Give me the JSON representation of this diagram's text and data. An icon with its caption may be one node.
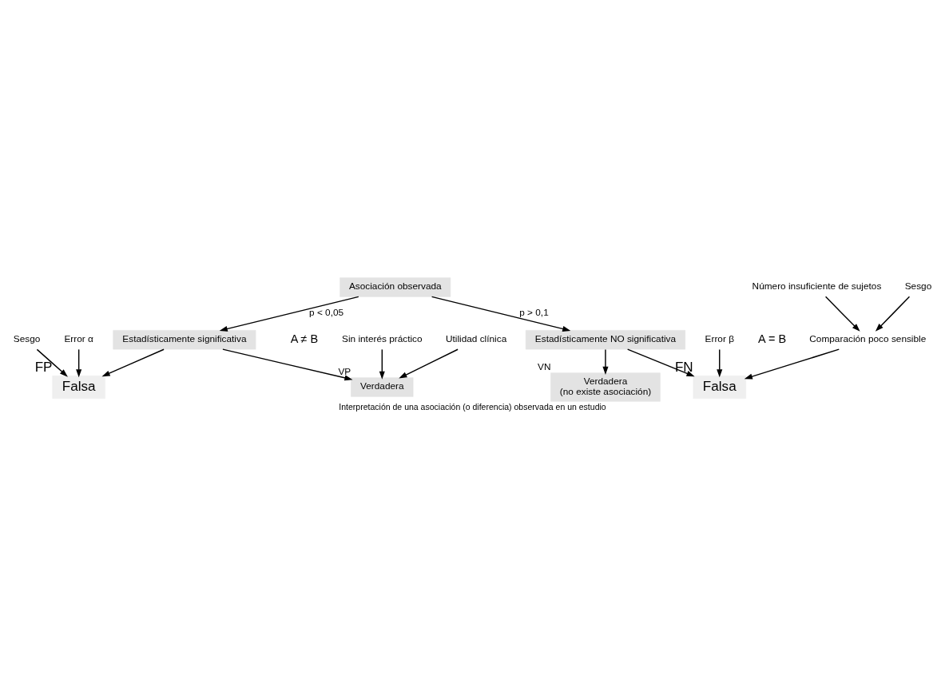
{
  "diagram": {
    "caption": "Interpretación de una asociación (o diferencia) observada en un estudio",
    "nodes": [
      {
        "text": [
          "Asociación observada"
        ]
      },
      {
        "text": [
          "Estadísticamente significativa"
        ]
      },
      {
        "text": [
          "Estadísticamente NO significativa"
        ]
      },
      {
        "text": [
          "Falsa"
        ],
        "beside": [
          "FP"
        ]
      },
      {
        "text": [
          "Verdadera"
        ],
        "beside": [
          "VP"
        ]
      },
      {
        "text": [
          "Verdadera",
          "(no existe asociación)"
        ],
        "beside": [
          "VN"
        ]
      },
      {
        "text": [
          "Falsa"
        ],
        "beside": [
          "FN"
        ]
      },
      {
        "text": [
          "Sesgo"
        ]
      },
      {
        "text": [
          "Error α"
        ]
      },
      {
        "text": [
          "Sin interés práctico"
        ]
      },
      {
        "text": [
          "Utilidad clínica"
        ]
      },
      {
        "text": [
          "Error β"
        ]
      },
      {
        "text": [
          "Comparación poco sensible"
        ]
      },
      {
        "text": [
          "Número insuficiente de sujetos"
        ]
      },
      {
        "text": [
          "Sesgo"
        ]
      }
    ],
    "edges": [
      {
        "from": 0,
        "to": 1,
        "arrow": "to",
        "label": "p < 0,05"
      },
      {
        "from": 0,
        "to": 2,
        "arrow": "to",
        "label": "p > 0,1"
      },
      {
        "from": 1,
        "to": 3,
        "arrow": "to"
      },
      {
        "from": 1,
        "to": 4,
        "arrow": "to"
      },
      {
        "from": 2,
        "to": 5,
        "arrow": "to"
      },
      {
        "from": 2,
        "to": 6,
        "arrow": "to"
      },
      {
        "from": 7,
        "to": 3,
        "arrow": "to"
      },
      {
        "from": 8,
        "to": 3,
        "arrow": "to"
      },
      {
        "from": 9,
        "to": 4,
        "arrow": "to"
      },
      {
        "from": 10,
        "to": 4,
        "arrow": "to"
      },
      {
        "from": 11,
        "to": 6,
        "arrow": "to"
      },
      {
        "from": 12,
        "to": 6,
        "arrow": "to"
      },
      {
        "from": 13,
        "to": 12,
        "arrow": "to"
      },
      {
        "from": 14,
        "to": 12,
        "arrow": "to"
      }
    ],
    "labels": [
      "A ≠ B",
      "A = B"
    ]
  }
}
